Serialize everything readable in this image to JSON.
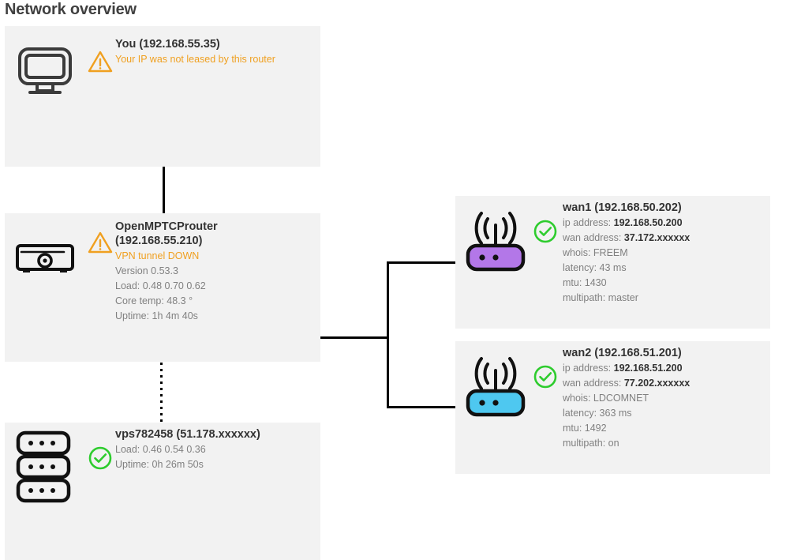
{
  "page": {
    "title": "Network overview"
  },
  "colors": {
    "box_background": "#f2f2f2",
    "page_background": "#ffffff",
    "title_text": "#404040",
    "label_text": "#808080",
    "value_text": "#333333",
    "warning": "#f0a020",
    "ok": "#2ecc2e",
    "wan1_device": "#b377e8",
    "wan2_device": "#4ec8f0",
    "line": "#000000"
  },
  "nodes": {
    "you": {
      "icon": "desktop-monitor-icon",
      "status": "warning",
      "status_icon": "warning-triangle-icon",
      "title": "You (192.168.55.35)",
      "lines": [
        {
          "text": "Your IP was not leased by this router",
          "style": "warn"
        }
      ]
    },
    "router": {
      "icon": "modem-box-icon",
      "status": "warning",
      "status_icon": "warning-triangle-icon",
      "title": "OpenMPTCProuter\n(192.168.55.210)",
      "lines": [
        {
          "text": "VPN tunnel DOWN",
          "style": "warn"
        },
        {
          "text": "Version 0.53.3",
          "style": "normal"
        },
        {
          "text": "Load: 0.48 0.70 0.62",
          "style": "normal"
        },
        {
          "text": "Core temp: 48.3 °",
          "style": "normal"
        },
        {
          "text": "Uptime: 1h 4m 40s",
          "style": "normal"
        }
      ]
    },
    "vps": {
      "icon": "server-stack-icon",
      "status": "ok",
      "status_icon": "check-circle-icon",
      "title": "vps782458 (51.178.xxxxxx)",
      "lines": [
        {
          "text": "Load: 0.46 0.54 0.36",
          "style": "normal"
        },
        {
          "text": "Uptime: 0h 26m 50s",
          "style": "normal"
        }
      ]
    },
    "wan1": {
      "icon": "wireless-router-icon",
      "device_color": "#b377e8",
      "status": "ok",
      "status_icon": "check-circle-icon",
      "title": "wan1 (192.168.50.202)",
      "lines": [
        {
          "label": "ip address: ",
          "value": "192.168.50.200",
          "style": "kv"
        },
        {
          "label": "wan address: ",
          "value": "37.172.xxxxxx",
          "style": "kv"
        },
        {
          "text": "whois: FREEM",
          "style": "normal"
        },
        {
          "text": "latency: 43 ms",
          "style": "normal"
        },
        {
          "text": "mtu: 1430",
          "style": "normal"
        },
        {
          "text": "multipath: master",
          "style": "normal"
        }
      ]
    },
    "wan2": {
      "icon": "wireless-router-icon",
      "device_color": "#4ec8f0",
      "status": "ok",
      "status_icon": "check-circle-icon",
      "title": "wan2 (192.168.51.201)",
      "lines": [
        {
          "label": "ip address: ",
          "value": "192.168.51.200",
          "style": "kv"
        },
        {
          "label": "wan address: ",
          "value": "77.202.xxxxxx",
          "style": "kv"
        },
        {
          "text": "whois: LDCOMNET",
          "style": "normal"
        },
        {
          "text": "latency: 363 ms",
          "style": "normal"
        },
        {
          "text": "mtu: 1492",
          "style": "normal"
        },
        {
          "text": "multipath: on",
          "style": "normal"
        }
      ]
    }
  },
  "connections": [
    {
      "name": "you-to-router",
      "style": "solid"
    },
    {
      "name": "router-to-vps",
      "style": "dotted"
    },
    {
      "name": "router-to-wans",
      "style": "solid"
    }
  ]
}
